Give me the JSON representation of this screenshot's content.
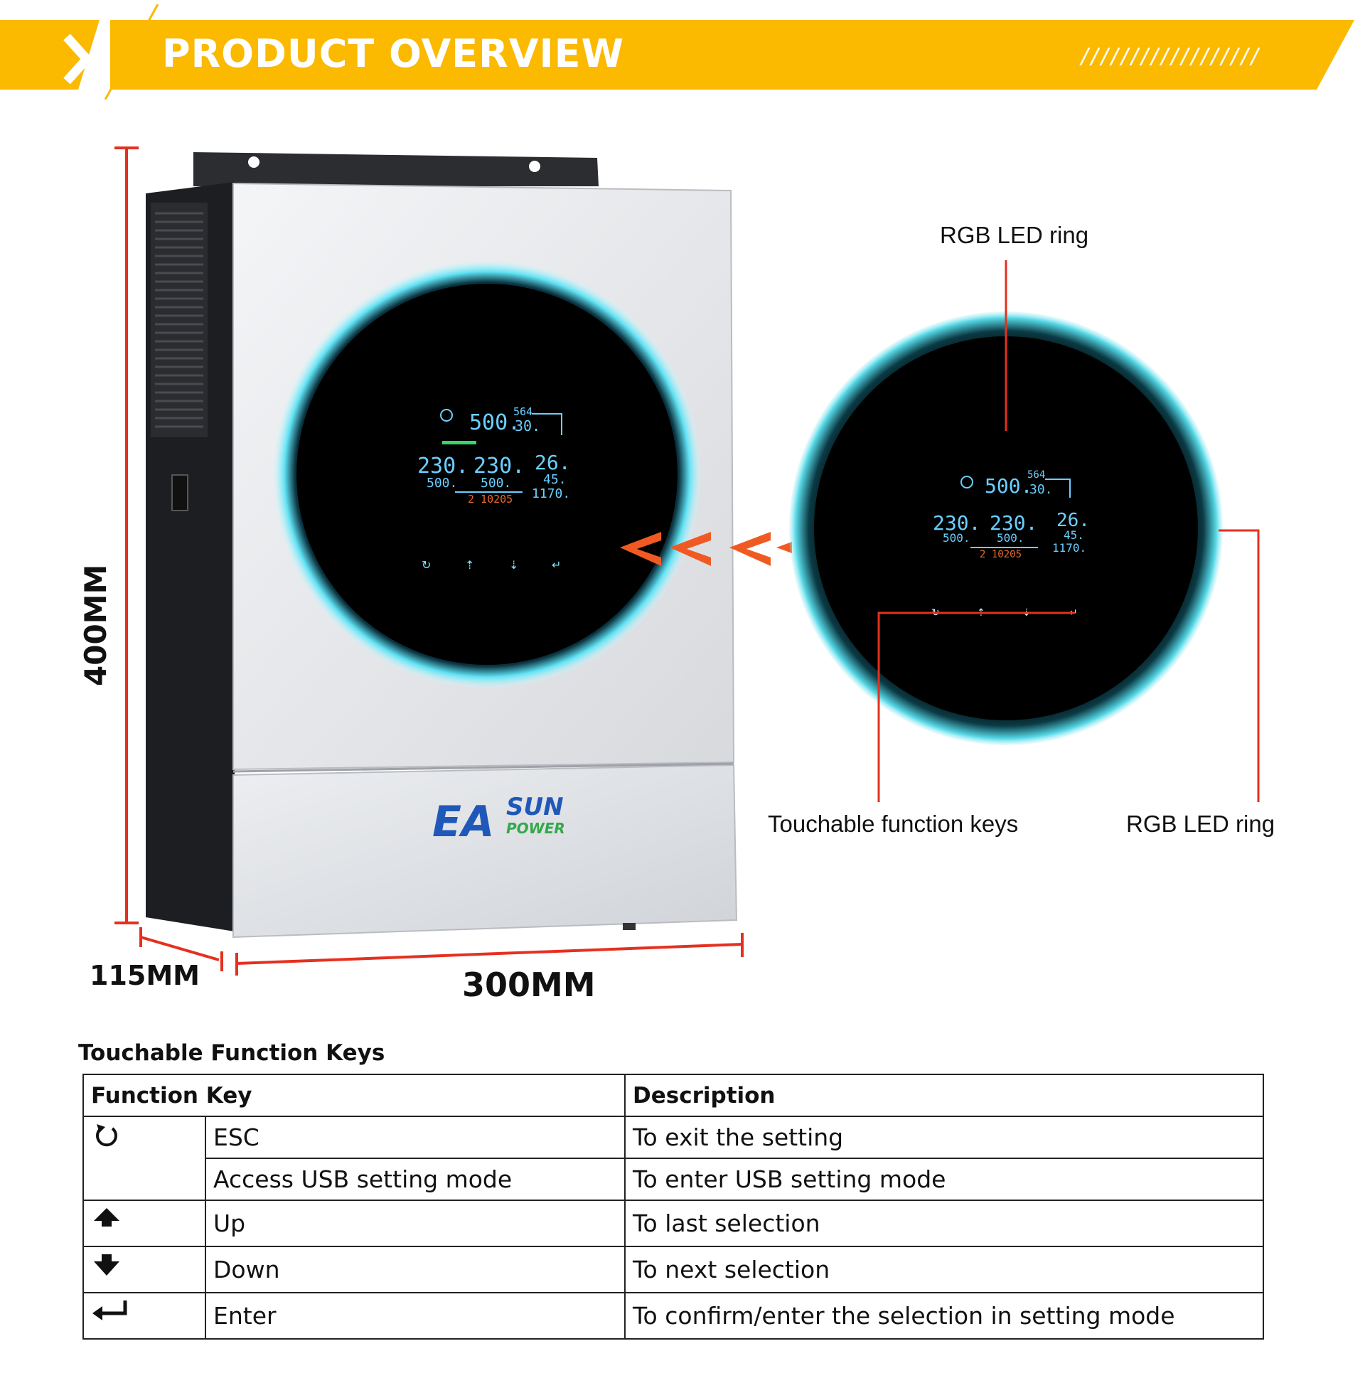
{
  "header": {
    "title": "PRODUCT OVERVIEW",
    "decoration": "//////////////////",
    "accent_color": "#fbb900"
  },
  "dimensions": {
    "height": "400MM",
    "depth": "115MM",
    "width": "300MM",
    "line_color": "#e53020"
  },
  "device": {
    "brand_main": "EA",
    "brand_sun": "SUN",
    "brand_power": "POWER",
    "lcd": {
      "top_value": "500.",
      "top_right_1": "564",
      "top_right_2": "30.",
      "left_1": "230.",
      "left_2": "500.",
      "mid_1": "230.",
      "mid_2": "500.",
      "right_1": "26.",
      "right_2": "45.",
      "right_3": "1170.",
      "bottom": "2 10205"
    }
  },
  "callouts": {
    "led_ring_top": "RGB LED ring",
    "function_keys": "Touchable function keys",
    "led_ring_right": "RGB LED ring"
  },
  "table": {
    "title": "Touchable Function Keys",
    "header_key": "Function Key",
    "header_desc": "Description",
    "rows": [
      {
        "icon": "esc-icon",
        "name": "ESC",
        "description": "To exit the setting"
      },
      {
        "icon": "",
        "name": "Access USB setting mode",
        "description": "To enter USB setting mode"
      },
      {
        "icon": "up-arrow-icon",
        "name": "Up",
        "description": "To last selection"
      },
      {
        "icon": "down-arrow-icon",
        "name": "Down",
        "description": "To next selection"
      },
      {
        "icon": "enter-icon",
        "name": "Enter",
        "description": "To confirm/enter the selection in setting mode"
      }
    ]
  }
}
